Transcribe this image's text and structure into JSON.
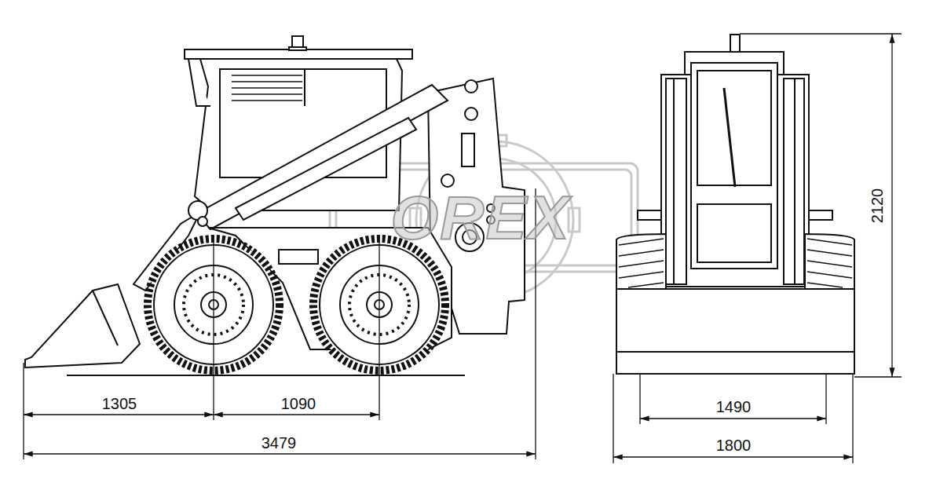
{
  "diagram": {
    "labels": [
      "1305",
      "1090",
      "3479",
      "1490",
      "1800",
      "2120",
      "OREX"
    ]
  }
}
